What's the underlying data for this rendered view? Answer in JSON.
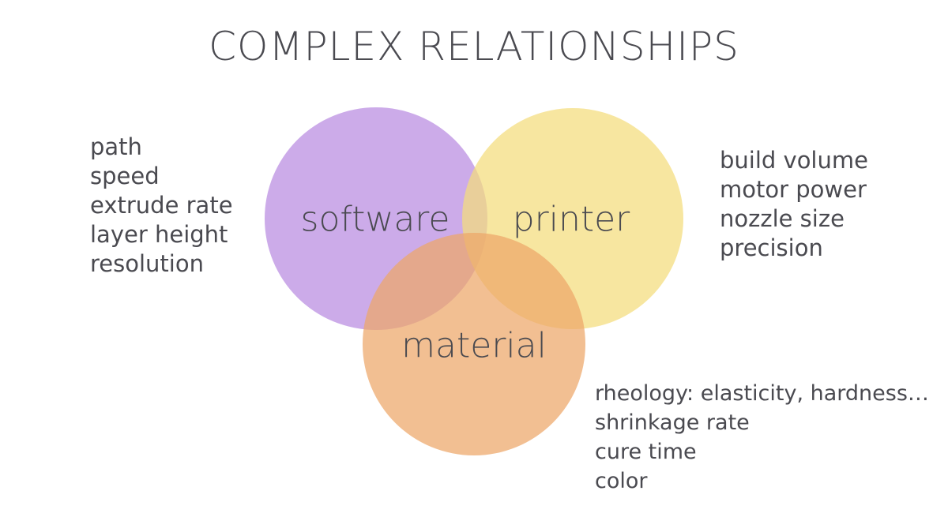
{
  "title": "COMPLEX RELATIONSHIPS",
  "colors": {
    "software": "#b98be0",
    "printer": "#f4dc7c",
    "material": "#eda668",
    "text": "#4a4a50"
  },
  "circles": [
    {
      "id": "software",
      "label": "software",
      "color": "#b98be0"
    },
    {
      "id": "printer",
      "label": "printer",
      "color": "#f4dc7c"
    },
    {
      "id": "material",
      "label": "material",
      "color": "#eda668"
    }
  ],
  "lists": {
    "software": [
      "path",
      "speed",
      "extrude rate",
      "layer height",
      "resolution"
    ],
    "printer": [
      "build volume",
      "motor power",
      "nozzle size",
      "precision"
    ],
    "material": [
      "rheology: elasticity, hardness…",
      "shrinkage rate",
      "cure time",
      "color"
    ]
  }
}
